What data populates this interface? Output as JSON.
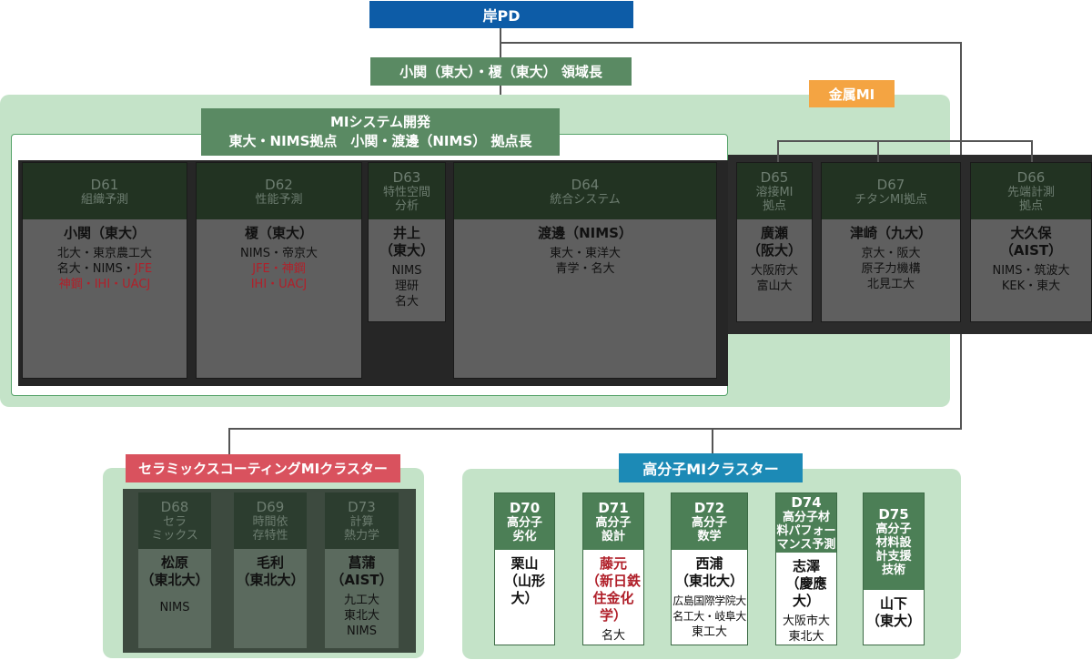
{
  "top": {
    "title": "岸PD"
  },
  "leader": {
    "label": "小関（東大）・榎（東大） 領域長"
  },
  "metal": {
    "label": "金属MI"
  },
  "system": {
    "line1": "MIシステム開発",
    "line2": "東大・NIMS拠点　小関・渡邊（NIMS） 拠点長"
  },
  "teams": [
    {
      "code": "D61",
      "name": [
        "組織予測"
      ],
      "lead": [
        "小関（東大）"
      ],
      "members": [
        {
          "t": "北大・東京農工大"
        },
        {
          "t": "名大・NIMS・",
          "r": "JFE"
        },
        {
          "r": "神鋼・IHI・UACJ"
        }
      ]
    },
    {
      "code": "D62",
      "name": [
        "性能予測"
      ],
      "lead": [
        "榎（東大）"
      ],
      "members": [
        {
          "t": "NIMS・帝京大"
        },
        {
          "r": "JFE・神鋼"
        },
        {
          "r": "IHI・UACJ"
        }
      ]
    },
    {
      "code": "D63",
      "name": [
        "特性空間",
        "分析"
      ],
      "lead": [
        "井上",
        "（東大）"
      ],
      "members": [
        {
          "t": "NIMS"
        },
        {
          "t": "理研"
        },
        {
          "t": "名大"
        }
      ]
    },
    {
      "code": "D64",
      "name": [
        "統合システム"
      ],
      "lead": [
        "渡邊（NIMS）"
      ],
      "members": [
        {
          "t": "東大・東洋大"
        },
        {
          "t": "青学・名大"
        }
      ]
    },
    {
      "code": "D65",
      "name": [
        "溶接MI",
        "拠点"
      ],
      "lead": [
        "廣瀬",
        "（阪大）"
      ],
      "members": [
        {
          "t": "大阪府大"
        },
        {
          "t": "富山大"
        }
      ]
    },
    {
      "code": "D67",
      "name": [
        "チタンMI拠点"
      ],
      "lead": [
        "津崎（九大）"
      ],
      "members": [
        {
          "t": "京大・阪大"
        },
        {
          "t": "原子力機構"
        },
        {
          "t": "北見工大"
        }
      ]
    },
    {
      "code": "D66",
      "name": [
        "先端計測",
        "拠点"
      ],
      "lead": [
        "大久保",
        "（AIST）"
      ],
      "members": [
        {
          "t": "NIMS・筑波大"
        },
        {
          "t": "KEK・東大"
        }
      ]
    }
  ],
  "ceramic": {
    "label": "セラミックスコーティングMIクラスター",
    "teams": [
      {
        "code": "D68",
        "name": [
          "セラ",
          "ミックス"
        ],
        "lead": [
          "松原",
          "（東北大）"
        ],
        "members": [
          {
            "t": "NIMS"
          }
        ]
      },
      {
        "code": "D69",
        "name": [
          "時間依",
          "存特性"
        ],
        "lead": [
          "毛利",
          "（東北大）"
        ],
        "members": []
      },
      {
        "code": "D73",
        "name": [
          "計算",
          "熱力学"
        ],
        "lead": [
          "菖蒲",
          "（AIST）"
        ],
        "members": [
          {
            "t": "九工大"
          },
          {
            "t": "東北大"
          },
          {
            "t": "NIMS"
          }
        ]
      }
    ]
  },
  "polymer": {
    "label": "高分子MIクラスター",
    "teams": [
      {
        "code": "D70",
        "name": [
          "高分子",
          "劣化"
        ],
        "lead": [
          "栗山",
          "（山形大）"
        ],
        "members": []
      },
      {
        "code": "D71",
        "name": [
          "高分子",
          "設計"
        ],
        "lead": [
          "藤元",
          "（新日鉄",
          "住金化学）"
        ],
        "leadRed": true,
        "members": [
          {
            "t": "名大"
          }
        ]
      },
      {
        "code": "D72",
        "name": [
          "高分子",
          "数学"
        ],
        "lead": [
          "西浦",
          "（東北大）"
        ],
        "members": [
          {
            "t": "広島国際学院大"
          },
          {
            "t": "名工大・岐阜大"
          },
          {
            "t": "東工大"
          }
        ]
      },
      {
        "code": "D74",
        "name": [
          "高分子材",
          "料パフォー",
          "マンス予測"
        ],
        "lead": [
          "志澤",
          "（慶應大）"
        ],
        "members": [
          {
            "t": "大阪市大"
          },
          {
            "t": "東北大"
          }
        ]
      },
      {
        "code": "D75",
        "name": [
          "高分子",
          "材料設",
          "計支援",
          "技術"
        ],
        "lead": [
          "山下",
          "（東大）"
        ],
        "members": []
      }
    ]
  }
}
